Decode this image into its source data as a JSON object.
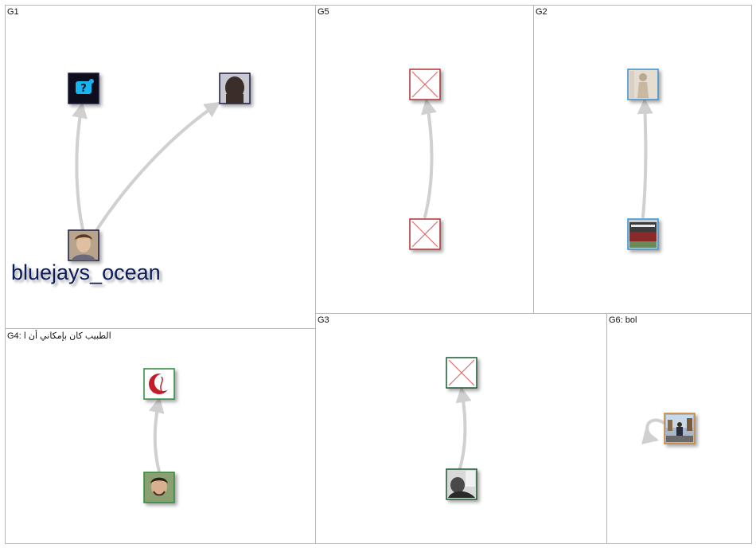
{
  "colors": {
    "panel_border": "#b8b8b8",
    "edge": "#d0d0d0",
    "label_text": "#111111",
    "node_label_text": "#0a1a5c",
    "broken_image": "#e06a6a"
  },
  "groups": [
    {
      "id": "G1",
      "label": "G1",
      "node_label": "bluejays_ocean",
      "nodes": [
        {
          "id": "g1-n1",
          "name": "question-avatar-node",
          "icon": "question-icon",
          "border_color": "#1a1a40",
          "fill": "#0b0b1f"
        },
        {
          "id": "g1-n2",
          "name": "dark-silhouette-avatar-node",
          "icon": "silhouette-icon",
          "border_color": "#1a1a40",
          "fill": "#3a3030"
        },
        {
          "id": "g1-n3",
          "name": "bluejays-ocean-avatar-node",
          "icon": "person-photo-icon",
          "border_color": "#1a1a40",
          "fill": "#9a7f6a"
        }
      ],
      "edges": [
        {
          "from": "g1-n3",
          "to": "g1-n1"
        },
        {
          "from": "g1-n3",
          "to": "g1-n2"
        }
      ]
    },
    {
      "id": "G5",
      "label": "G5",
      "nodes": [
        {
          "id": "g5-n1",
          "name": "broken-image-node-top",
          "icon": "broken-image-icon",
          "border_color": "#b03030",
          "fill": "#ffffff"
        },
        {
          "id": "g5-n2",
          "name": "broken-image-node-bottom",
          "icon": "broken-image-icon",
          "border_color": "#b03030",
          "fill": "#ffffff"
        }
      ],
      "edges": [
        {
          "from": "g5-n2",
          "to": "g5-n1"
        }
      ]
    },
    {
      "id": "G2",
      "label": "G2",
      "nodes": [
        {
          "id": "g2-n1",
          "name": "statue-photo-node",
          "icon": "statue-photo-icon",
          "border_color": "#3a8fd0",
          "fill": "#d8cfc0"
        },
        {
          "id": "g2-n2",
          "name": "storefront-photo-node",
          "icon": "storefront-photo-icon",
          "border_color": "#3a8fd0",
          "fill": "#8a9aa0"
        }
      ],
      "edges": [
        {
          "from": "g2-n2",
          "to": "g2-n1"
        }
      ]
    },
    {
      "id": "G4",
      "label": "G4: الطبيب كان بإمكاني أن ا",
      "nodes": [
        {
          "id": "g4-n1",
          "name": "red-crescent-logo-node",
          "icon": "red-crescent-icon",
          "border_color": "#2a8a3a",
          "fill": "#ffffff"
        },
        {
          "id": "g4-n2",
          "name": "man-photo-node",
          "icon": "person-photo-icon",
          "border_color": "#2a8a3a",
          "fill": "#7a8a60"
        }
      ],
      "edges": [
        {
          "from": "g4-n2",
          "to": "g4-n1"
        }
      ]
    },
    {
      "id": "G3",
      "label": "G3",
      "nodes": [
        {
          "id": "g3-n1",
          "name": "broken-image-node",
          "icon": "broken-image-icon",
          "border_color": "#1a5a30",
          "fill": "#ffffff"
        },
        {
          "id": "g3-n2",
          "name": "bw-person-photo-node",
          "icon": "person-photo-icon",
          "border_color": "#1a5a30",
          "fill": "#8a8a8a"
        }
      ],
      "edges": [
        {
          "from": "g3-n2",
          "to": "g3-n1"
        }
      ]
    },
    {
      "id": "G6",
      "label": "G6: bol",
      "nodes": [
        {
          "id": "g6-n1",
          "name": "city-photo-node",
          "icon": "person-photo-icon",
          "border_color": "#d0802a",
          "fill": "#7a8a9a"
        }
      ],
      "edges": [
        {
          "from": "g6-n1",
          "to": "g6-n1",
          "self_loop": true
        }
      ]
    }
  ]
}
